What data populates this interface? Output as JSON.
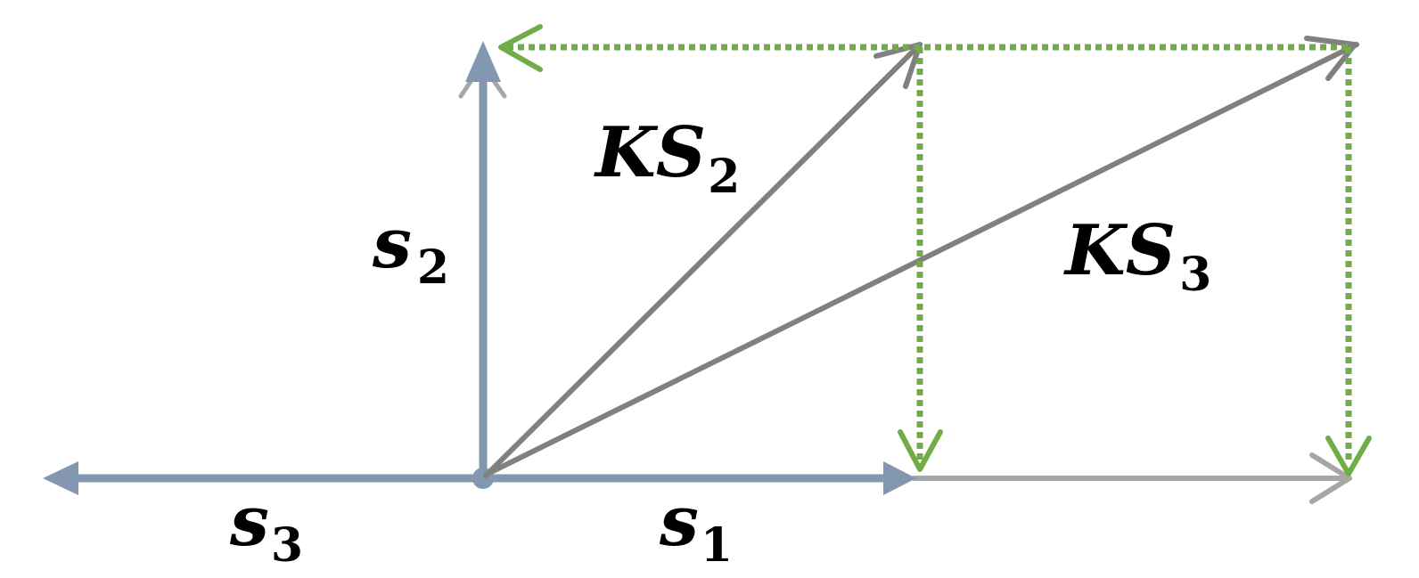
{
  "colors": {
    "basis": "#8497B0",
    "result": "#808080",
    "result_light": "#A6A6A6",
    "projection": "#70AD47",
    "text": "#000000"
  },
  "labels": {
    "s1": {
      "base": "s",
      "sub": "1"
    },
    "s2": {
      "base": "s",
      "sub": "2"
    },
    "s3": {
      "base": "s",
      "sub": "3"
    },
    "ks2": {
      "base": "KS",
      "sub": "2"
    },
    "ks3": {
      "base": "KS",
      "sub": "3"
    }
  }
}
